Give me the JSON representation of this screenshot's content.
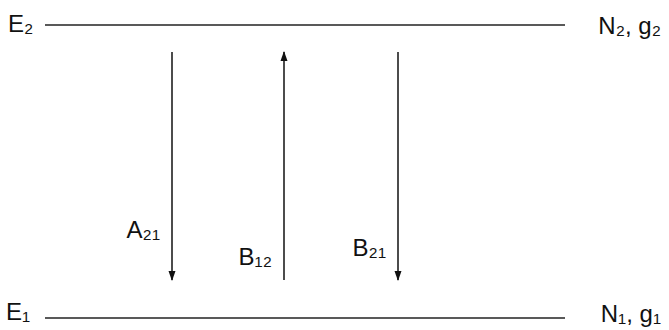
{
  "diagram": {
    "nodes": [
      {
        "text": [
          "E₂",
          "N₂, g₂"
        ]
      },
      {
        "text": [
          "E₁",
          "N₁, g₁"
        ]
      }
    ],
    "edges": [
      {
        "from": 0,
        "to": 1,
        "arrow": "to",
        "label": "A₂₁"
      },
      {
        "from": 1,
        "to": 0,
        "arrow": "to",
        "label": "B₁₂"
      },
      {
        "from": 0,
        "to": 1,
        "arrow": "to",
        "label": "B₂₁"
      }
    ]
  }
}
